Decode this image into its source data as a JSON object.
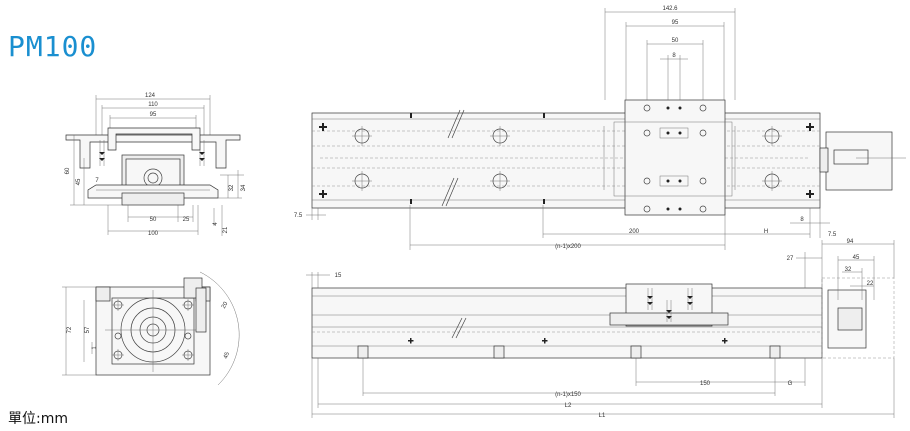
{
  "title": "PM100",
  "unit_label": "單位:mm",
  "front_view": {
    "dims": {
      "w124": "124",
      "w110": "110",
      "w95": "95",
      "w50": "50",
      "w25": "25",
      "w100": "100",
      "h60": "60",
      "h45": "45",
      "h7": "7",
      "h32": "32",
      "h34": "34",
      "h4": "4",
      "h21": "21"
    }
  },
  "end_view": {
    "dims": {
      "h72": "72",
      "h57": "57",
      "h1": "1",
      "d20": "20",
      "d45": "45"
    }
  },
  "top_view": {
    "dims": {
      "w142_6": "142.6",
      "w95": "95",
      "w50": "50",
      "w8": "8",
      "d7_5_left": "7.5",
      "d200": "200",
      "d_n1x200": "(n-1)x200",
      "d_H": "H",
      "d8": "8",
      "d7_5_right": "7.5"
    }
  },
  "side_view": {
    "dims": {
      "d15": "15",
      "d27": "27",
      "d94": "94",
      "d45": "45",
      "d32": "32",
      "d22": "22",
      "d150": "150",
      "d_n1x150": "(n-1)x150",
      "d_G": "G",
      "d_L2": "L2",
      "d_L1": "L1"
    }
  },
  "colors": {
    "title": "#1a8fd0",
    "line": "#444444"
  }
}
